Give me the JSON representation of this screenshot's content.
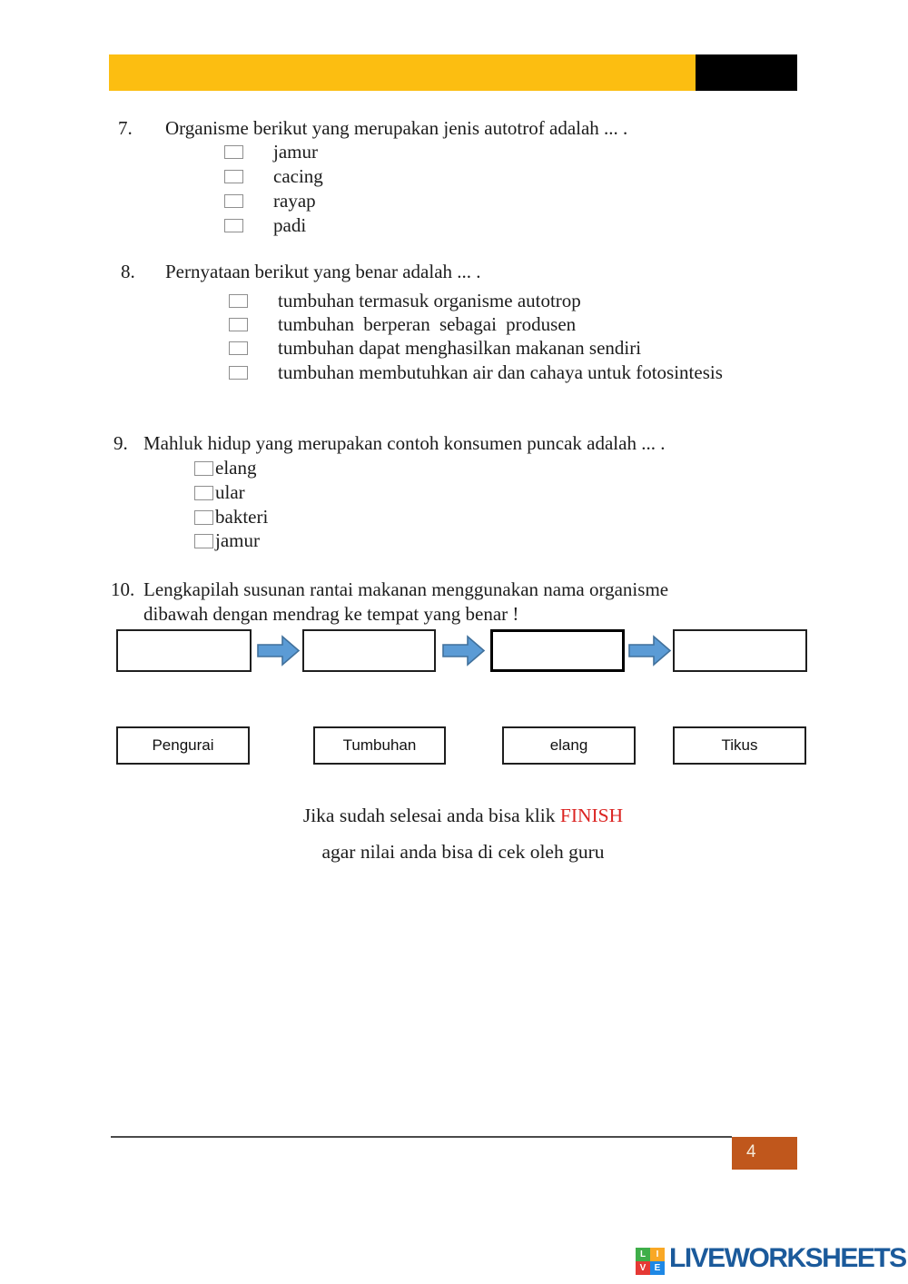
{
  "colors": {
    "header_yellow": "#FCBE11",
    "header_black": "#000000",
    "arrow_fill": "#5B9BD5",
    "arrow_stroke": "#41719C",
    "finish_red": "#DB2422",
    "page_box_orange": "#C0571C",
    "logo_navy": "#1B5A9B",
    "logo_green": "#3FAE49",
    "logo_yellow": "#F9A825",
    "logo_red": "#E53935",
    "logo_blue": "#1E88E5"
  },
  "questions": [
    {
      "number": "7.",
      "text": "Organisme berikut yang merupakan jenis autotrof adalah ... .",
      "options": [
        "jamur",
        "cacing",
        "rayap",
        "padi"
      ]
    },
    {
      "number": "8.",
      "text": "Pernyataan berikut yang benar adalah ... .",
      "options": [
        "tumbuhan termasuk organisme autotrop",
        "tumbuhan berperan sebagai produsen",
        "tumbuhan dapat menghasilkan makanan sendiri",
        "tumbuhan membutuhkan air dan cahaya untuk fotosintesis"
      ]
    },
    {
      "number": "9.",
      "text": "Mahluk hidup yang merupakan contoh konsumen puncak adalah ... .",
      "options": [
        "elang",
        "ular",
        "bakteri",
        "jamur"
      ]
    },
    {
      "number": "10.",
      "text_line1": "Lengkapilah susunan rantai makanan menggunakan nama organisme",
      "text_line2": "dibawah dengan mendrag ke tempat yang benar !",
      "word_bank": [
        "Pengurai",
        "Tumbuhan",
        "elang",
        "Tikus"
      ]
    }
  ],
  "finish_note": {
    "line1_prefix": "Jika sudah selesai anda bisa klik ",
    "finish_label": "FINISH",
    "line2": "agar nilai anda bisa di cek oleh guru"
  },
  "footer": {
    "page_number": "4"
  },
  "logo": {
    "text": "LIVEWORKSHEETS",
    "squares": [
      {
        "letter": "L"
      },
      {
        "letter": "I"
      },
      {
        "letter": "V"
      },
      {
        "letter": "E"
      }
    ]
  }
}
